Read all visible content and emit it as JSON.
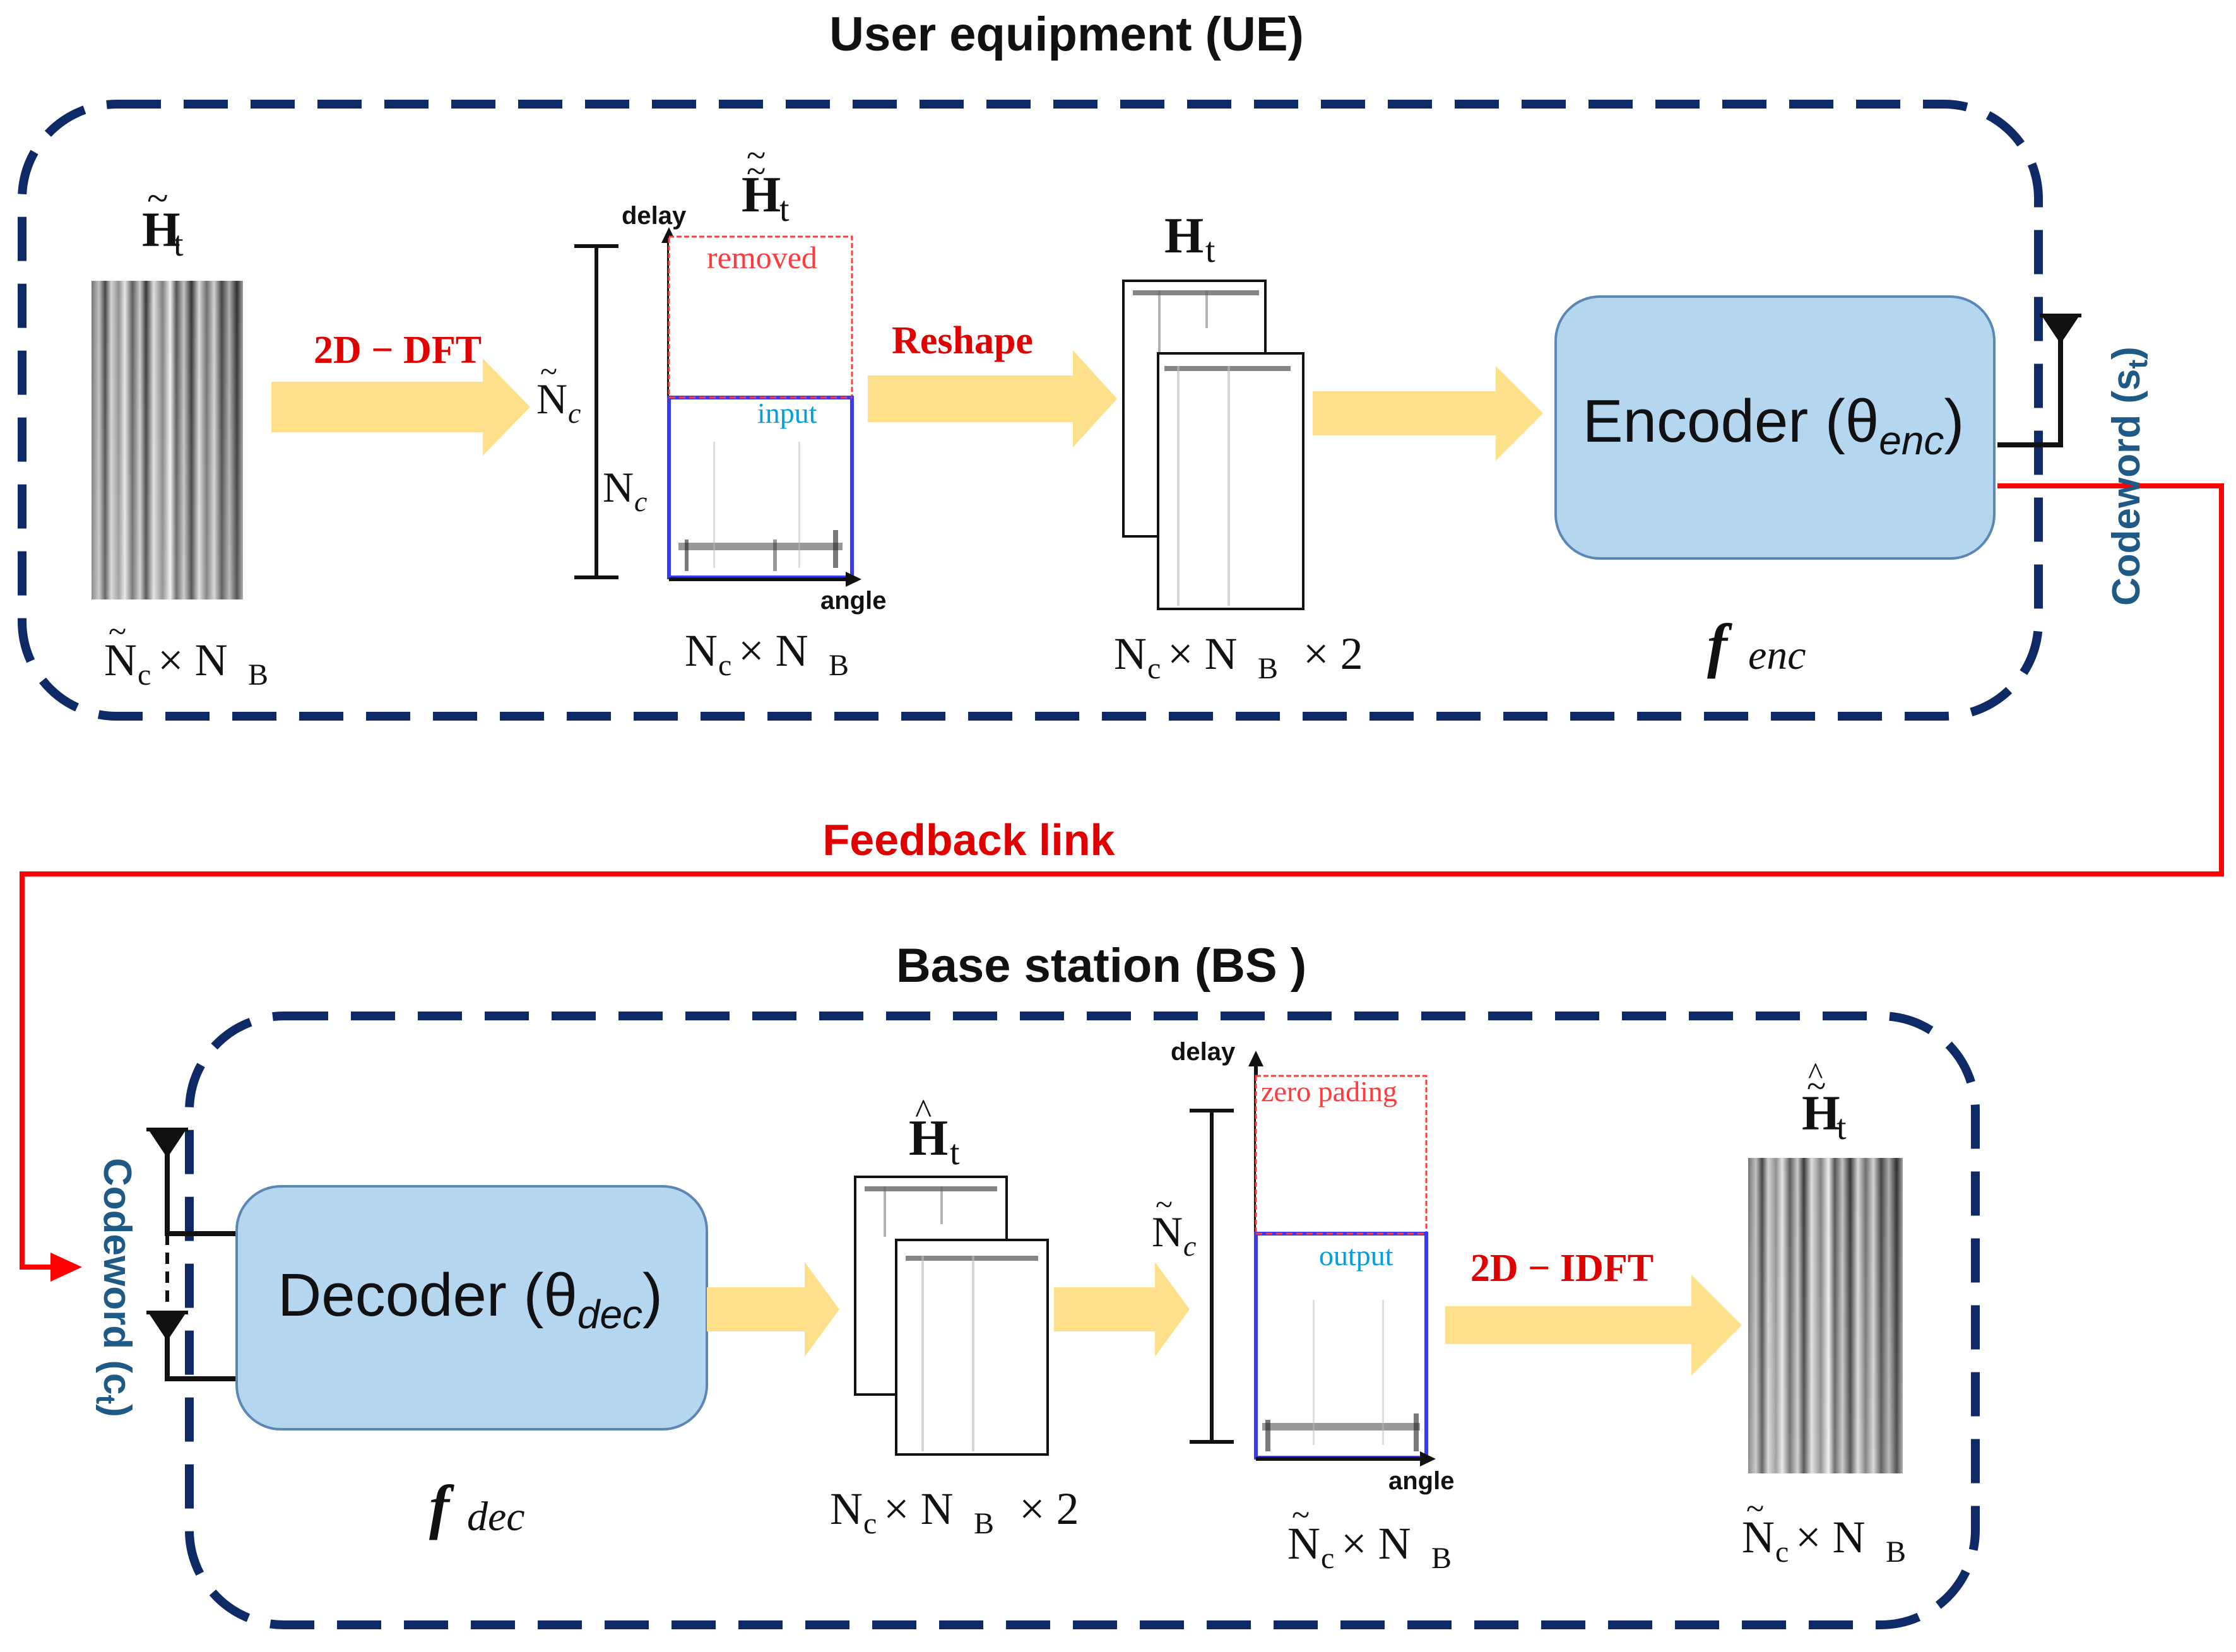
{
  "titles": {
    "ue": "User equipment (UE)",
    "bs": "Base station (BS )",
    "feedback": "Feedback link"
  },
  "colors": {
    "dash_border": "#0d2a66",
    "arrow_fill": "#ffe08a",
    "arrow_label": "#e00000",
    "feedback_line": "#ff0000",
    "codeword": "#1f5a86",
    "box_fill": "#b4d6ef",
    "box_stroke": "#5b86b5",
    "input_label": "#00a0e0",
    "removed_label": "#ff3b3b",
    "region_blue": "#3a3af0"
  },
  "ue": {
    "h_tilde_sym": "H",
    "h_tilde_sub": "t",
    "dim1": {
      "base": "N",
      "sub": "c",
      "mid": "× N",
      "sub2": "B"
    },
    "arrow1": "2D − DFT",
    "dd_sym": "H",
    "dd_sub": "t",
    "axis_delay": "delay",
    "axis_angle": "angle",
    "removed": "removed",
    "input": "input",
    "nc_tilde": "N",
    "nc_tilde_sub": "c",
    "nc": "N",
    "nc_sub": "c",
    "dim2": {
      "base": "N",
      "sub": "c",
      "mid": "× N",
      "sub2": "B"
    },
    "arrow2": "Reshape",
    "ht_sym": "H",
    "ht_sub": "t",
    "dim3": {
      "base": "N",
      "sub": "c",
      "mid": "× N",
      "sub2": "B",
      "tail": "× 2"
    },
    "encoder_text": "Encoder (θ",
    "encoder_sub": "enc",
    "encoder_close": ")",
    "fenc": "f",
    "fenc_sub": "enc",
    "codeword_label": "Codeword (s",
    "codeword_sub": "t",
    "codeword_close": ")"
  },
  "bs": {
    "codeword_label": "Codeword (c",
    "codeword_sub": "t",
    "codeword_close": ")",
    "decoder_text": "Decoder (θ",
    "decoder_sub": "dec",
    "decoder_close": ")",
    "fdec": "f",
    "fdec_sub": "dec",
    "hhat_sym": "H",
    "hhat_sub": "t",
    "dim1": {
      "base": "N",
      "sub": "c",
      "mid": "× N",
      "sub2": "B",
      "tail": "× 2"
    },
    "axis_delay": "delay",
    "axis_angle": "angle",
    "zero_pad": "zero pading",
    "output": "output",
    "nc_tilde": "N",
    "nc_tilde_sub": "c",
    "dim2": {
      "base": "N",
      "sub": "c",
      "mid": "× N",
      "sub2": "B"
    },
    "arrow": "2D − IDFT",
    "final_sym": "H",
    "final_sub": "t",
    "dim3": {
      "base": "N",
      "sub": "c",
      "mid": "× N",
      "sub2": "B"
    }
  }
}
